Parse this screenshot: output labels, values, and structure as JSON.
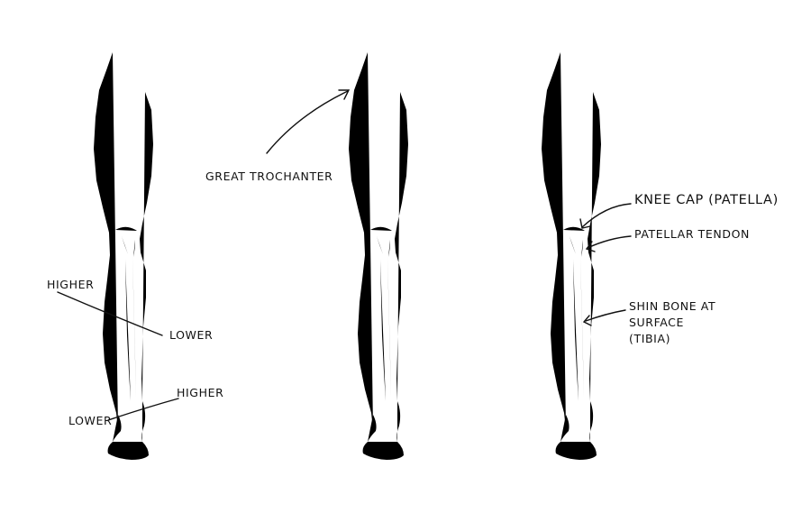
{
  "ink_color": "#111111",
  "panels": [
    {
      "id": "left",
      "labels": {
        "higher_top": "HIGHER",
        "lower_mid": "LOWER",
        "higher_bottom": "HIGHER",
        "lower_bottom": "LOWER"
      }
    },
    {
      "id": "middle",
      "labels": {
        "great_trochanter": "GREAT TROCHANTER"
      }
    },
    {
      "id": "right",
      "labels": {
        "knee_cap": "KNEE CAP (PATELLA)",
        "patellar_tendon": "PATELLAR TENDON",
        "shin_line1": "SHIN BONE AT",
        "shin_line2": "SURFACE",
        "shin_line3": "(TIBIA)"
      }
    }
  ]
}
